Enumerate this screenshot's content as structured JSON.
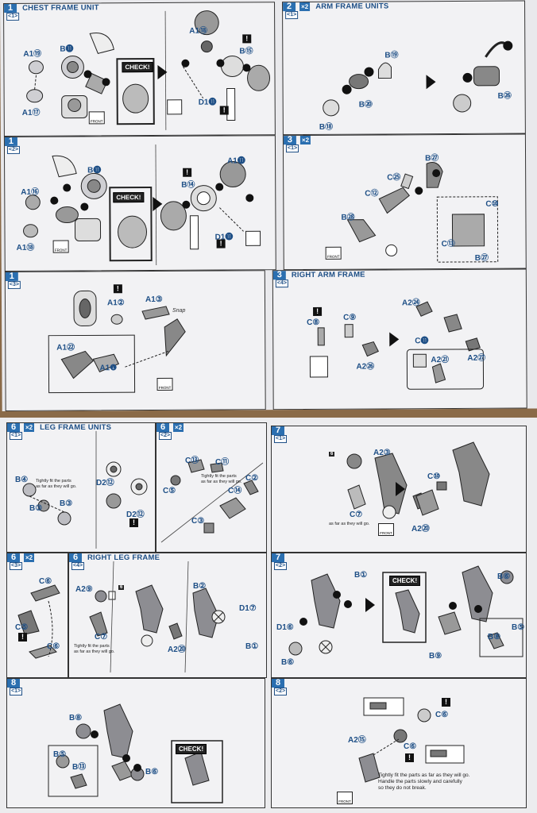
{
  "sheet_top": {
    "panel_a": {
      "step": "1",
      "sub": "<1>",
      "title": "CHEST FRAME UNIT",
      "check": "CHECK!",
      "front": "FRONT",
      "labels": {
        "a19": "A1⑲",
        "b11": "B⓫",
        "a17": "A1⑰",
        "a18": "A1⑱",
        "b15": "B⑮",
        "d11": "D1⓫"
      }
    },
    "panel_b": {
      "step": "2",
      "sub": "<1>",
      "mult": "×2",
      "title": "ARM FRAME UNITS",
      "labels": {
        "b19": "B⑲",
        "b20": "B⑳",
        "b18": "B⑱",
        "b26": "B㉖"
      }
    },
    "panel_c": {
      "step": "1",
      "sub": "<2>",
      "check": "CHECK!",
      "front": "FRONT",
      "labels": {
        "b11": "B⓫",
        "a16": "A1⑯",
        "a18": "A1⑱",
        "a11": "A1⓫",
        "b14": "B⑭",
        "d11": "D1⓫"
      }
    },
    "panel_d": {
      "step": "3",
      "sub": "<1>",
      "mult": "×2",
      "front": "FRONT",
      "labels": {
        "b27": "B㉗",
        "c25": "C㉕",
        "c12": "C⑫",
        "b28": "B㉘",
        "c10": "C⑩",
        "c13": "C⑬",
        "b27b": "B㉗"
      }
    },
    "panel_e": {
      "step": "1",
      "sub": "<3>",
      "front": "FRONT",
      "snap": "Snap",
      "labels": {
        "a12": "A1②",
        "a13": "A1③",
        "a22": "A1㉒",
        "a10": "A1❶"
      }
    },
    "panel_f": {
      "step": "3",
      "sub": "<4>",
      "title": "RIGHT ARM FRAME",
      "labels": {
        "a24": "A2㉔",
        "c8": "C⑧",
        "c9": "C⑨",
        "c11": "C⓫",
        "a26": "A2㉖",
        "a21": "A2㉑",
        "a27": "A2㉗"
      }
    }
  },
  "sheet_bottom": {
    "panel_g": {
      "step": "6",
      "sub": "<1>",
      "mult": "×2",
      "title": "LEG FRAME UNITS",
      "note": "Tightly fit the parts\nas far as they will go.",
      "labels": {
        "b4": "B④",
        "b3": "B③",
        "b3b": "B③",
        "d2a": "D2⑫",
        "d2b": "D2⑫"
      }
    },
    "panel_h": {
      "step": "6",
      "sub": "<2>",
      "mult": "×2",
      "note": "Tightly fit the parts\nas far as they will go.",
      "labels": {
        "c1": "C⑬",
        "c1b": "C⑪",
        "c5": "C⑤",
        "c2": "C②",
        "c14": "C⑭",
        "c3": "C③"
      }
    },
    "panel_i": {
      "step": "7",
      "sub": "<1>",
      "badge": "6",
      "badge_sub": "<1>",
      "note": "as far as they will go.",
      "front": "FRONT",
      "labels": {
        "a23": "A2③",
        "c10": "C⑩",
        "c7": "C⑦",
        "a20": "A2⑳"
      }
    },
    "panel_j": {
      "step": "6",
      "sub": "<3>",
      "mult": "×2",
      "labels": {
        "c6": "C⑥",
        "c5": "C⑤",
        "c6b": "C⑥"
      }
    },
    "panel_k": {
      "step": "6",
      "sub": "<4>",
      "title": "RIGHT LEG FRAME",
      "badge": "6",
      "note": "Tightly fit the parts\nas far as they will go.",
      "labels": {
        "a2": "A2⑨",
        "c7": "C⑦",
        "a21": "A2⑳",
        "b2": "B②",
        "d1": "D1⑦",
        "b1": "B①"
      }
    },
    "panel_l": {
      "step": "7",
      "sub": "<2>",
      "check": "CHECK!",
      "labels": {
        "b1": "B①",
        "d1": "D1⑥",
        "b6": "B⑥",
        "b9": "B⑨",
        "b6b": "B⑥",
        "b8": "B⑧",
        "b5": "B⑤"
      }
    },
    "panel_m": {
      "step": "8",
      "sub": "<1>",
      "check": "CHECK!",
      "labels": {
        "b8": "B⑧",
        "b5": "B⑤",
        "b13": "B⑬",
        "b6": "B⑥"
      }
    },
    "panel_n": {
      "step": "8",
      "sub": "<2>",
      "front": "FRONT",
      "note": "Tightly fit the parts as far as they will go.\nHandle the parts slowly and carefully\nso they do not break.",
      "labels": {
        "c6": "C⑥",
        "a25": "A2⑮",
        "c6b": "C⑥"
      }
    }
  }
}
